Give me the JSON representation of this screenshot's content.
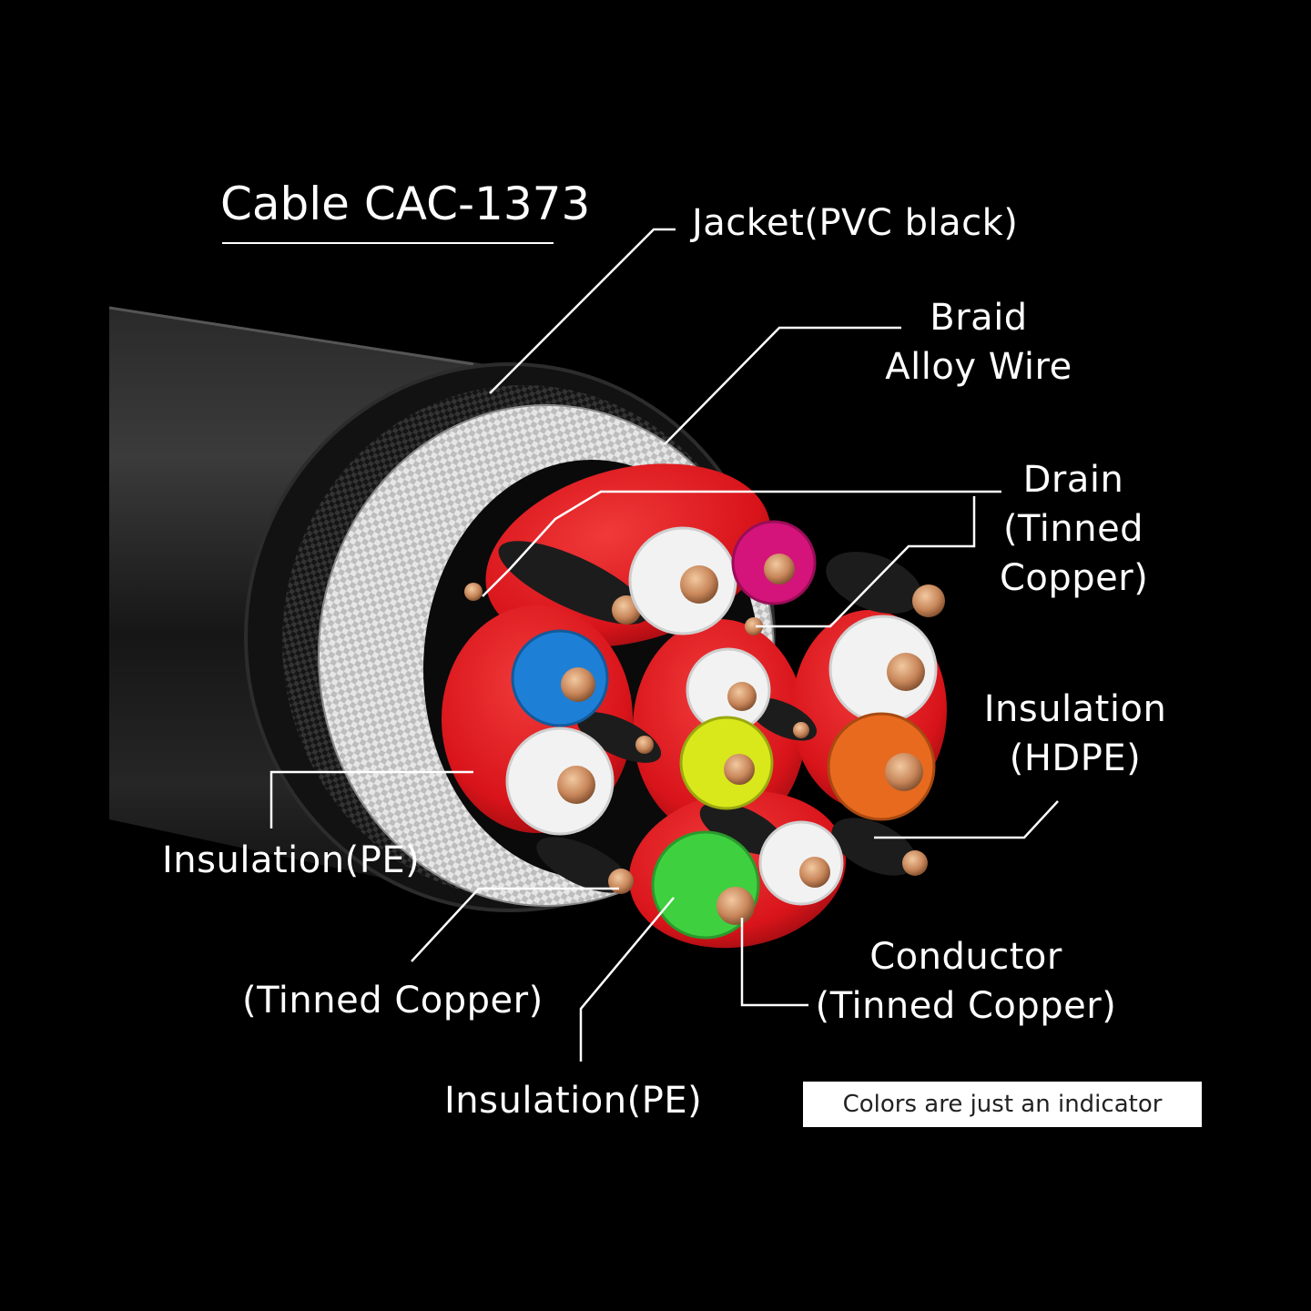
{
  "title": "Cable CAC-1373",
  "labels": {
    "jacket": "Jacket(PVC black)",
    "braid": [
      "Braid",
      "Alloy Wire"
    ],
    "drain": [
      "Drain",
      "(Tinned",
      "Copper)"
    ],
    "insulation_hdpe": [
      "Insulation",
      "(HDPE)"
    ],
    "insulation_pe_left": "Insulation(PE)",
    "tinned_copper": "(Tinned Copper)",
    "insulation_pe_bottom": "Insulation(PE)",
    "conductor": [
      "Conductor",
      "(Tinned Copper)"
    ]
  },
  "note": "Colors are just an indicator",
  "colors": {
    "background": "#000000",
    "jacket": "#1a1a1a",
    "braid": "#cfcfcf",
    "shield": "#d8141a",
    "conductor": "#c8865a",
    "insulation_white": "#f2f2f2",
    "insulation_magenta": "#d4147a",
    "insulation_blue": "#1e7fd6",
    "insulation_yellow": "#d8e81a",
    "insulation_orange": "#e86a1e",
    "insulation_green": "#3fd040"
  }
}
